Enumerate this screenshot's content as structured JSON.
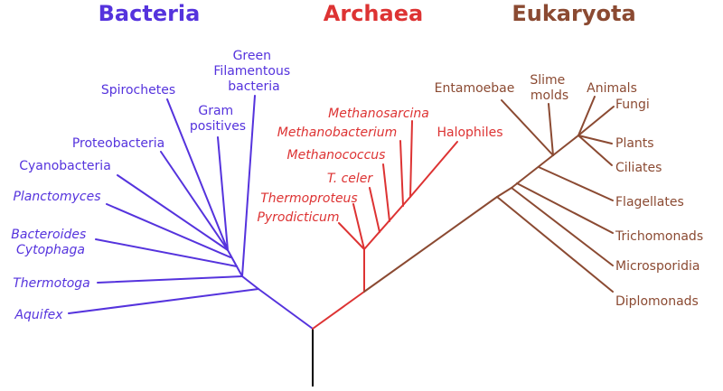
{
  "colors": {
    "bacteria": "#5533dd",
    "archaea": "#dd3333",
    "eukaryota": "#8b4a32",
    "root": "#000000"
  },
  "domains": {
    "bacteria": "Bacteria",
    "archaea": "Archaea",
    "eukaryota": "Eukaryota"
  },
  "bacteria": {
    "green_filamentous": [
      "Green",
      "Filamentous",
      "bacteria"
    ],
    "spirochetes": "Spirochetes",
    "gram_positives": [
      "Gram",
      "positives"
    ],
    "proteobacteria": "Proteobacteria",
    "cyanobacteria": "Cyanobacteria",
    "planctomyces": "Planctomyces",
    "bacteroides_cytophaga": [
      "Bacteroides",
      "Cytophaga"
    ],
    "thermotoga": "Thermotoga",
    "aquifex": "Aquifex"
  },
  "archaea": {
    "methanosarcina": "Methanosarcina",
    "methanobacterium": "Methanobacterium",
    "halophiles": "Halophiles",
    "methanococcus": "Methanococcus",
    "t_celer": "T. celer",
    "thermoproteus": "Thermoproteus",
    "pyrodicticum": "Pyrodicticum"
  },
  "eukaryota": {
    "entamoebae": "Entamoebae",
    "slime_molds": [
      "Slime",
      "molds"
    ],
    "animals": "Animals",
    "fungi": "Fungi",
    "plants": "Plants",
    "ciliates": "Ciliates",
    "flagellates": "Flagellates",
    "trichomonads": "Trichomonads",
    "microsporidia": "Microsporidia",
    "diplomonads": "Diplomonads"
  }
}
